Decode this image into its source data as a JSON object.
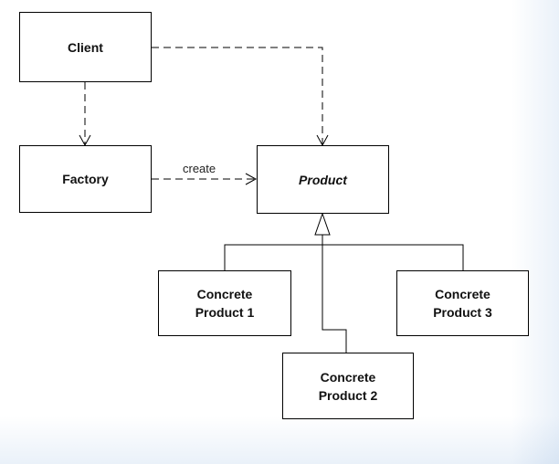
{
  "diagram": {
    "nodes": {
      "client": "Client",
      "factory": "Factory",
      "product": "Product",
      "concrete1": "Concrete\nProduct 1",
      "concrete2": "Concrete\nProduct 2",
      "concrete3": "Concrete\nProduct 3"
    },
    "edges": {
      "create_label": "create"
    }
  }
}
